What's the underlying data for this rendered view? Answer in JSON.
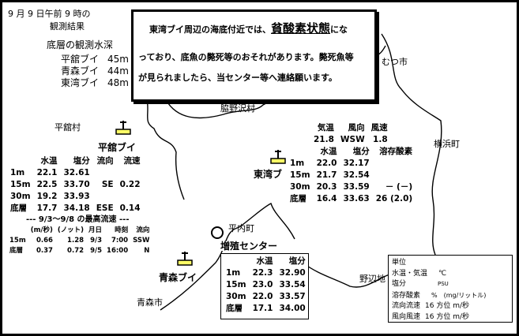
{
  "header": {
    "line1": "9 月 9 日午前 9 時の",
    "line2": "観測結果",
    "depth_title": "底層の観測水深",
    "depths": [
      {
        "name": "平舘ブイ",
        "value": "45m"
      },
      {
        "name": "青森ブイ",
        "value": "44m"
      },
      {
        "name": "東湾ブイ",
        "value": "48m"
      }
    ]
  },
  "alert": {
    "line1_pre": "東湾ブイ周辺の海底付近では、",
    "line1_em": "貧酸素状態",
    "line1_post": "にな",
    "line2": "っており、底魚の斃死等のおそれがあります。斃死魚等",
    "line3": "が見られましたら、当センター等へ連絡願います。"
  },
  "places": {
    "mutsu": "むつ市",
    "noheji_town_top": "横浜町",
    "kanita": "脇野沢村",
    "tairadate_village": "平舘村",
    "tairadate_buoy": "平舘ブイ",
    "higashi_buoy": "東湾ブ",
    "hiranai": "平内町",
    "center": "増殖センター",
    "aomori_buoy": "青森ブイ",
    "aomori_city": "青森市",
    "noheji": "野辺地"
  },
  "tairadate": {
    "headers": [
      "",
      "水温",
      "塩分",
      "流向",
      "流速"
    ],
    "rows": [
      [
        "1m",
        "22.1",
        "32.61",
        "",
        ""
      ],
      [
        "15m",
        "22.5",
        "33.70",
        "SE",
        "0.22"
      ],
      [
        "30m",
        "19.2",
        "33.93",
        "",
        ""
      ],
      [
        "底層",
        "17.7",
        "34.18",
        "ESE",
        "0.14"
      ]
    ],
    "maxflow_title": "--- 9/3～9/8 の最高流速 ---",
    "maxflow_headers": [
      "",
      "(m/秒)",
      "(ノット)",
      "月日",
      "時刻",
      "流向"
    ],
    "maxflow_rows": [
      [
        "15m",
        "0.66",
        "1.28",
        "9/3",
        "7:00",
        "SSW"
      ],
      [
        "底層",
        "0.37",
        "0.72",
        "9/5",
        "16:00",
        "N"
      ]
    ]
  },
  "higashi": {
    "weather_headers": [
      "気温",
      "風向",
      "風速"
    ],
    "weather_values": [
      "21.8",
      "WSW",
      "1.8"
    ],
    "headers": [
      "",
      "水温",
      "塩分",
      "溶存酸素"
    ],
    "rows": [
      [
        "1m",
        "22.0",
        "32.17",
        ""
      ],
      [
        "15m",
        "21.7",
        "32.54",
        ""
      ],
      [
        "30m",
        "20.3",
        "33.59",
        "－ (－)"
      ],
      [
        "底層",
        "16.4",
        "33.63",
        "26 (2.0)"
      ]
    ]
  },
  "aomori": {
    "headers": [
      "",
      "水温",
      "塩分"
    ],
    "rows": [
      [
        "1m",
        "22.3",
        "32.90"
      ],
      [
        "15m",
        "23.0",
        "33.54"
      ],
      [
        "30m",
        "22.0",
        "33.57"
      ],
      [
        "底層",
        "17.1",
        "34.00"
      ]
    ]
  },
  "units": {
    "title": "単位",
    "rows": [
      [
        "水温・気温",
        "℃"
      ],
      [
        "塩分",
        "PSU"
      ],
      [
        "溶存酸素",
        "%　(mg/リットル)"
      ],
      [
        "流向流速",
        "16 方位 m/秒"
      ],
      [
        "風向風速",
        "16 方位 m/秒"
      ]
    ]
  },
  "colors": {
    "buoy": "#ffff66",
    "land": "#ffffff",
    "sea": "#ffffff",
    "line": "#000000"
  }
}
